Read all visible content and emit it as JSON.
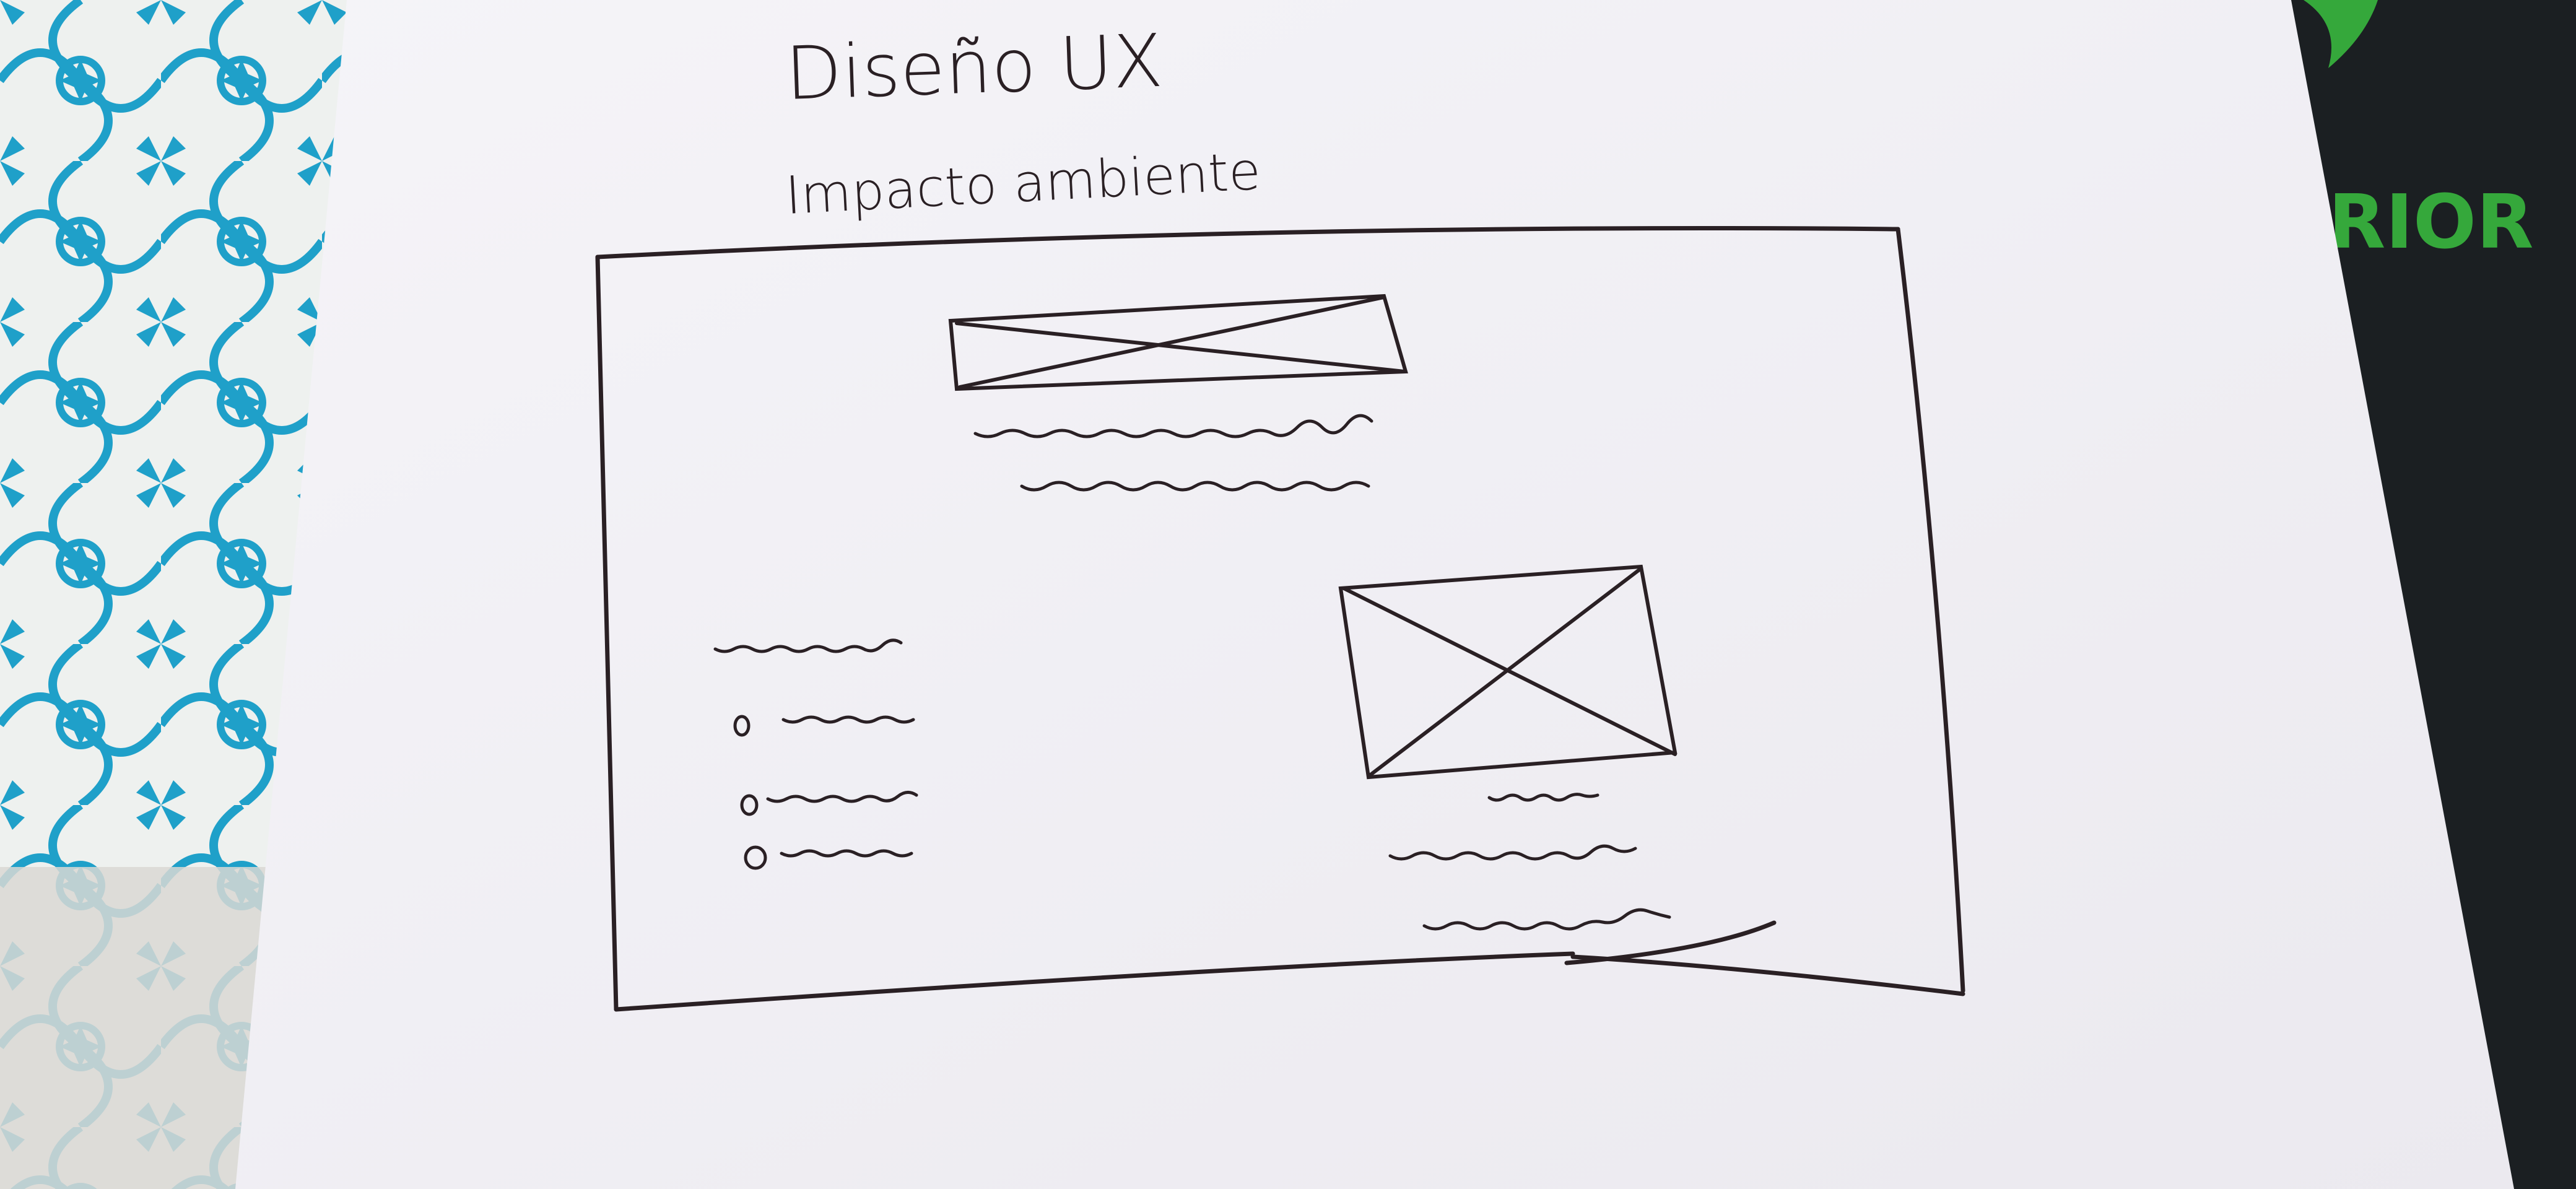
{
  "sketch": {
    "title": "Diseño UX",
    "subtitle": "Impacto ambiente"
  },
  "background": {
    "shirt_text": "RIOR"
  },
  "wireframe": {
    "top_image_placeholder": "image-placeholder",
    "right_image_placeholder": "image-placeholder",
    "bullet_count": 3
  },
  "colors": {
    "paper": "#f3f2f6",
    "ink": "#2a2024",
    "tile_blue": "#1fa0c9",
    "tile_white": "#eef1ef",
    "dark_cloth": "#1b1f22",
    "green_print": "#35a83b"
  }
}
